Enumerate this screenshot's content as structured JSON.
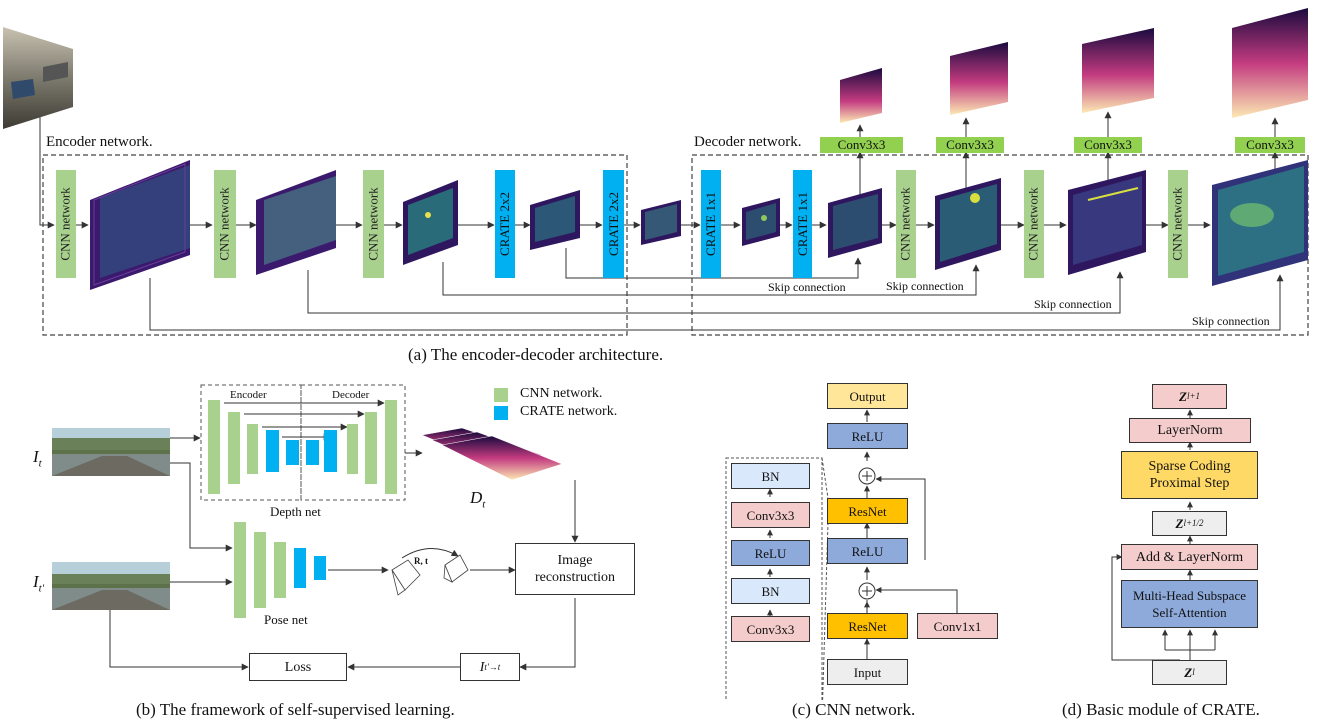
{
  "panel_a": {
    "encoder_label": "Encoder network.",
    "decoder_label": "Decoder network.",
    "cnn_label": "CNN network",
    "crate2x2_label": "CRATE 2x2",
    "crate1x1_label": "CRATE 1x1",
    "conv_label": "Conv3x3",
    "skip_label": "Skip connection",
    "caption": "(a) The encoder-decoder architecture."
  },
  "panel_b": {
    "encoder": "Encoder",
    "decoder": "Decoder",
    "legend_cnn": "CNN network.",
    "legend_crate": "CRATE network.",
    "depth_net": "Depth net",
    "pose_net": "Pose net",
    "dt": "D",
    "dt_sub": "t",
    "it": "I",
    "it_sub": "t",
    "itp": "I",
    "itp_sub": "t'",
    "rt": "R, t",
    "image_recon_1": "Image",
    "image_recon_2": "reconstruction",
    "loss": "Loss",
    "warp": "I",
    "warp_sub": "t'→t",
    "caption": "(b) The framework of self-supervised learning."
  },
  "panel_c": {
    "output": "Output",
    "relu": "ReLU",
    "resnet": "ResNet",
    "conv1x1": "Conv1x1",
    "input": "Input",
    "bn": "BN",
    "conv3x3": "Conv3x3",
    "plus": "+",
    "caption": "(c) CNN network."
  },
  "panel_d": {
    "z_next": "Z",
    "z_next_sub": "l+1",
    "layernorm": "LayerNorm",
    "sparse_1": "Sparse Coding",
    "sparse_2": "Proximal Step",
    "z_half": "Z",
    "z_half_sub": "l+1/2",
    "add_layernorm": "Add & LayerNorm",
    "mhsa_1": "Multi-Head Subspace",
    "mhsa_2": "Self-Attention",
    "z_l": "Z",
    "z_l_sub": "l",
    "caption": "(d) Basic module of CRATE."
  },
  "colors": {
    "cnn": "#a9d18e",
    "crate": "#00b0f0",
    "conv": "#92d050",
    "resnet": "#ffc000",
    "relu": "#8eaadb",
    "conv_pink": "#f4cccc"
  }
}
